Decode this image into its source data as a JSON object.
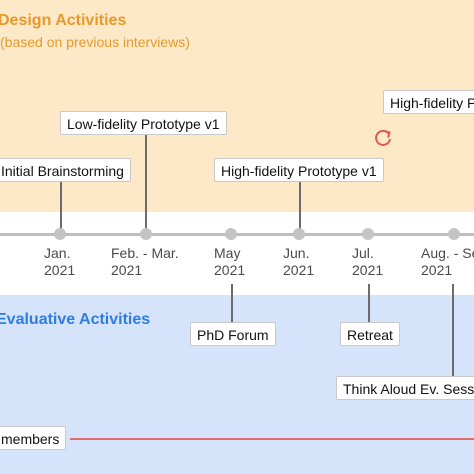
{
  "design": {
    "title": "Design Activities",
    "subtitle": "(based on previous interviews)",
    "events": [
      "Initial Brainstorming",
      "Low-fidelity Prototype v1",
      "High-fidelity Prototype v1",
      "High-fidelity P"
    ]
  },
  "evaluative": {
    "title": "Evaluative Activities",
    "events": [
      "PhD Forum",
      "Retreat",
      "Think Aloud Ev. Sess"
    ],
    "members_label": "members"
  },
  "timeline": {
    "ticks": [
      {
        "month": "Jan.",
        "year": "2021"
      },
      {
        "month": "Feb. - Mar.",
        "year": "2021"
      },
      {
        "month": "May",
        "year": "2021"
      },
      {
        "month": "Jun.",
        "year": "2021"
      },
      {
        "month": "Jul.",
        "year": "2021"
      },
      {
        "month": "Aug. - Se",
        "year": "2021"
      }
    ]
  },
  "colors": {
    "design_band": "#fde8c8",
    "design_accent": "#e69a2a",
    "evaluative_band": "#d6e4fb",
    "evaluative_accent": "#2f7de1",
    "axis": "#bdbdbd",
    "member_line": "#e06c6c",
    "refresh_icon": "#e05a4a"
  },
  "icons": [
    "refresh-icon"
  ]
}
